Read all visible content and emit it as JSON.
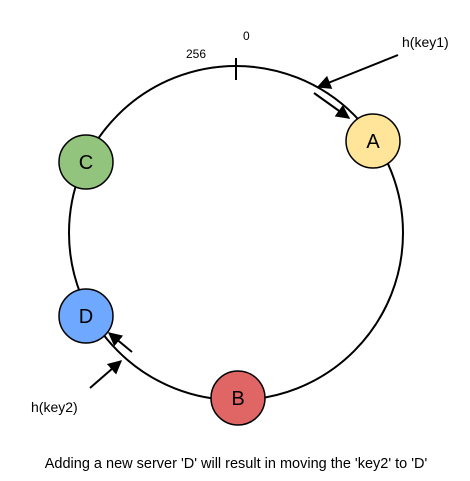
{
  "ring": {
    "label_zero": "0",
    "label_max": "256"
  },
  "nodes": [
    {
      "id": "A",
      "label": "A",
      "fill": "#FFE599",
      "stroke": "#000000"
    },
    {
      "id": "B",
      "label": "B",
      "fill": "#E06666",
      "stroke": "#000000"
    },
    {
      "id": "C",
      "label": "C",
      "fill": "#93C47D",
      "stroke": "#000000"
    },
    {
      "id": "D",
      "label": "D",
      "fill": "#6FA8FF",
      "stroke": "#000000"
    }
  ],
  "keys": [
    {
      "id": "key1",
      "label": "h(key1)"
    },
    {
      "id": "key2",
      "label": "h(key2)"
    }
  ],
  "caption": "Adding a new server 'D' will result in moving the 'key2' to 'D'"
}
